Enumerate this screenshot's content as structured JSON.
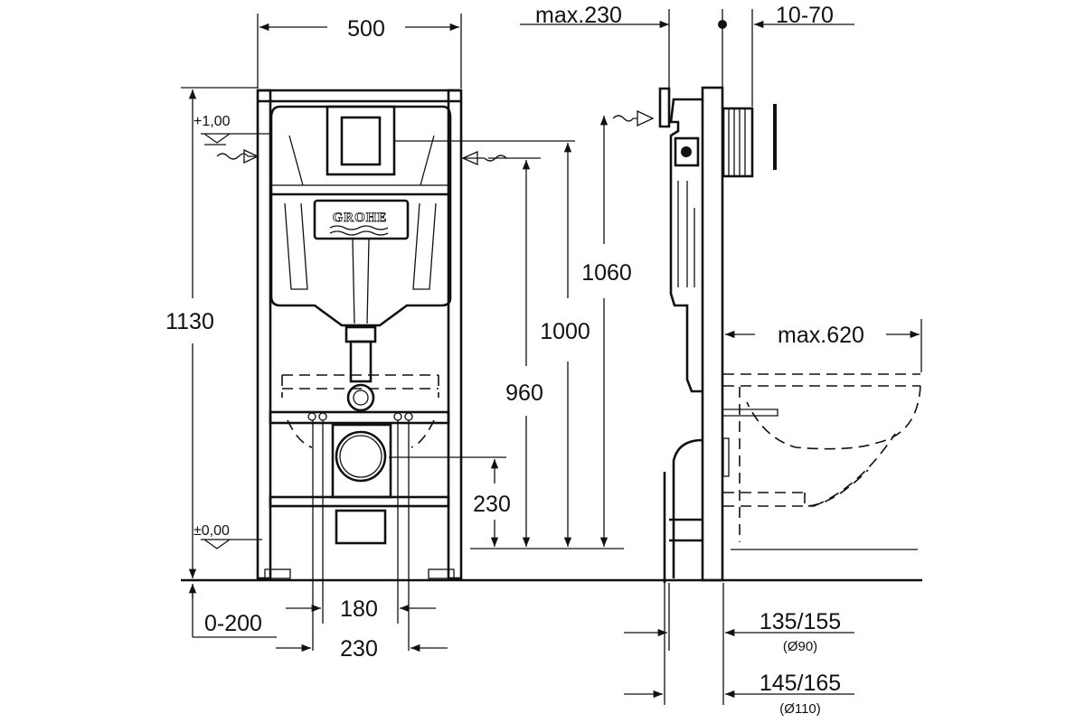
{
  "brand_logo": "GROHE",
  "front_view": {
    "width": "500",
    "height_total": "1130",
    "level_top": "+1,00",
    "level_floor": "±0,00",
    "height_1060": "1060",
    "height_1000": "1000",
    "height_960": "960",
    "drain_height": "230",
    "floor_offset": "0-200",
    "bolt_spacing_inner": "180",
    "bolt_spacing_outer": "230"
  },
  "side_view": {
    "supply_max": "max.230",
    "wall_depth": "10-70",
    "bowl_projection": "max.620",
    "drain_90": "135/155",
    "drain_90_dia": "(Ø90)",
    "drain_110": "145/165",
    "drain_110_dia": "(Ø110)"
  }
}
